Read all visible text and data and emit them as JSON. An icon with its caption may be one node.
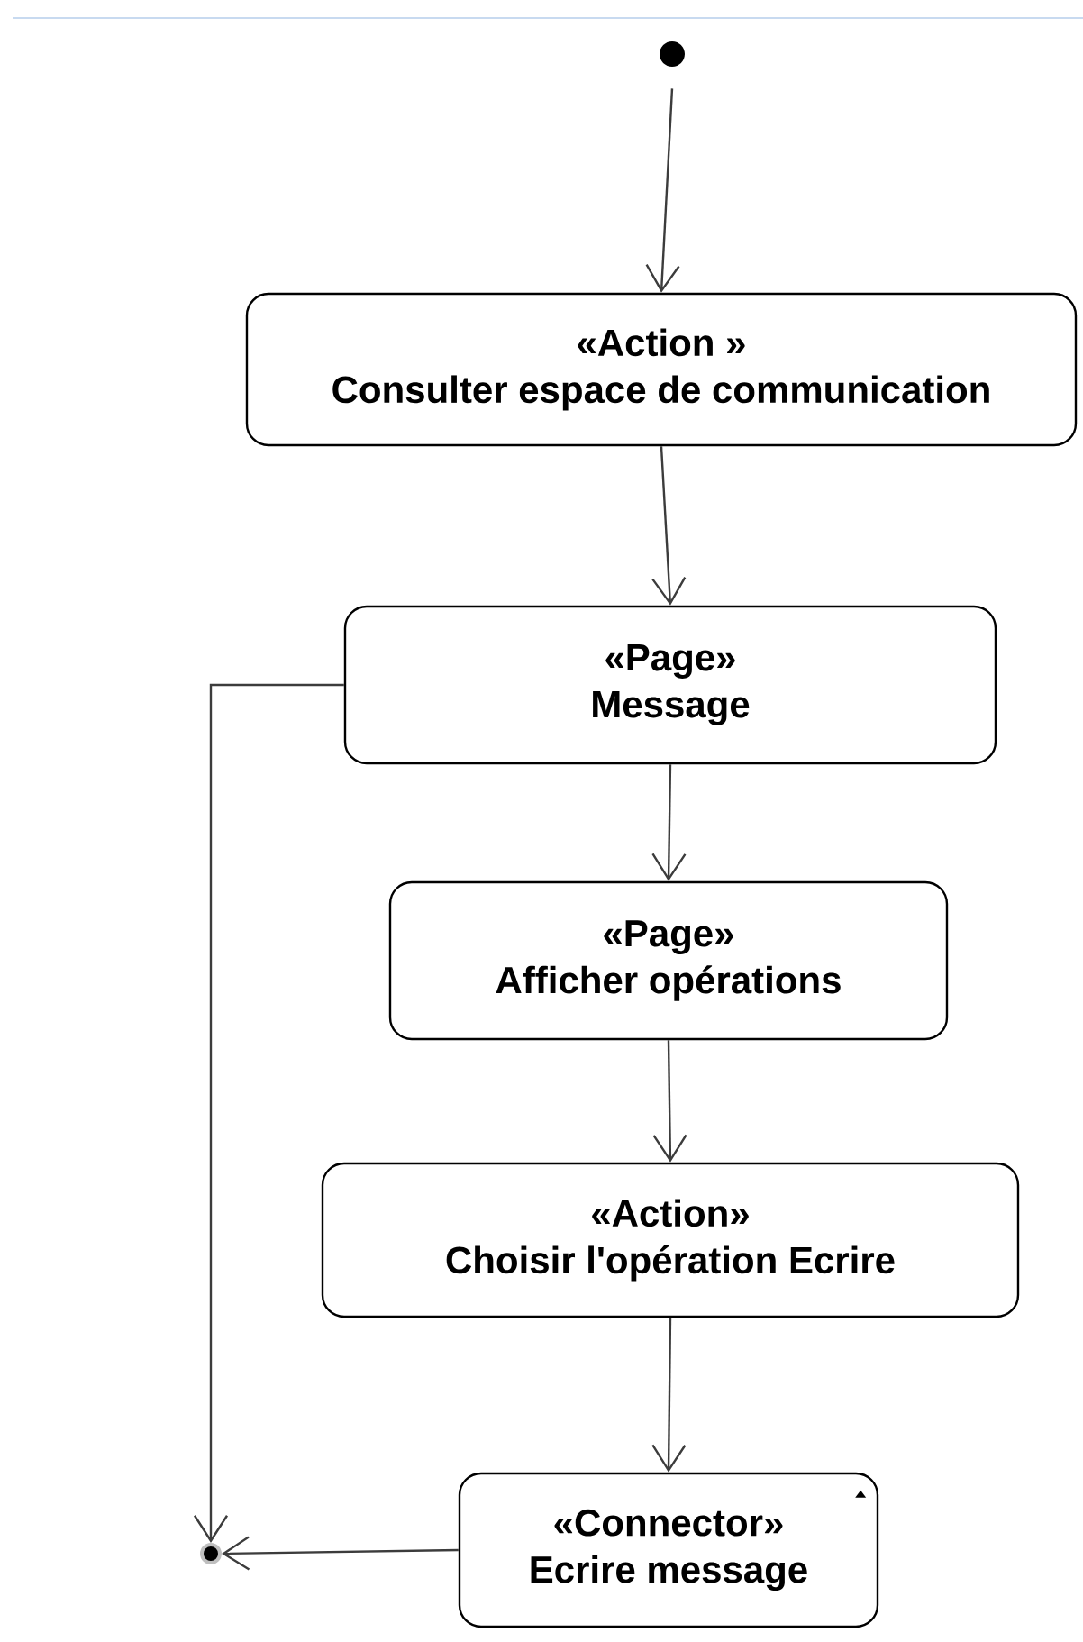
{
  "diagram": {
    "nodes": [
      {
        "text": [],
        "shape": "circle"
      },
      {
        "text": [
          "«Action »",
          "Consulter espace de communication"
        ]
      },
      {
        "text": [
          "«Page»",
          "Message"
        ]
      },
      {
        "text": [
          "«Page»",
          "Afficher opérations"
        ]
      },
      {
        "text": [
          "«Action»",
          "Choisir l'opération Ecrire"
        ]
      },
      {
        "text": [
          "«Connector»",
          "Ecrire message"
        ]
      },
      {
        "text": [],
        "shape": "circle"
      }
    ],
    "edges": [
      {
        "from": 0,
        "to": 1,
        "arrow": "to"
      },
      {
        "from": 1,
        "to": 2,
        "arrow": "to"
      },
      {
        "from": 2,
        "to": 3,
        "arrow": "to"
      },
      {
        "from": 3,
        "to": 4,
        "arrow": "to"
      },
      {
        "from": 4,
        "to": 5,
        "arrow": "to"
      },
      {
        "from": 2,
        "to": 6,
        "arrow": "to"
      },
      {
        "from": 5,
        "to": 6,
        "arrow": "to"
      }
    ]
  }
}
